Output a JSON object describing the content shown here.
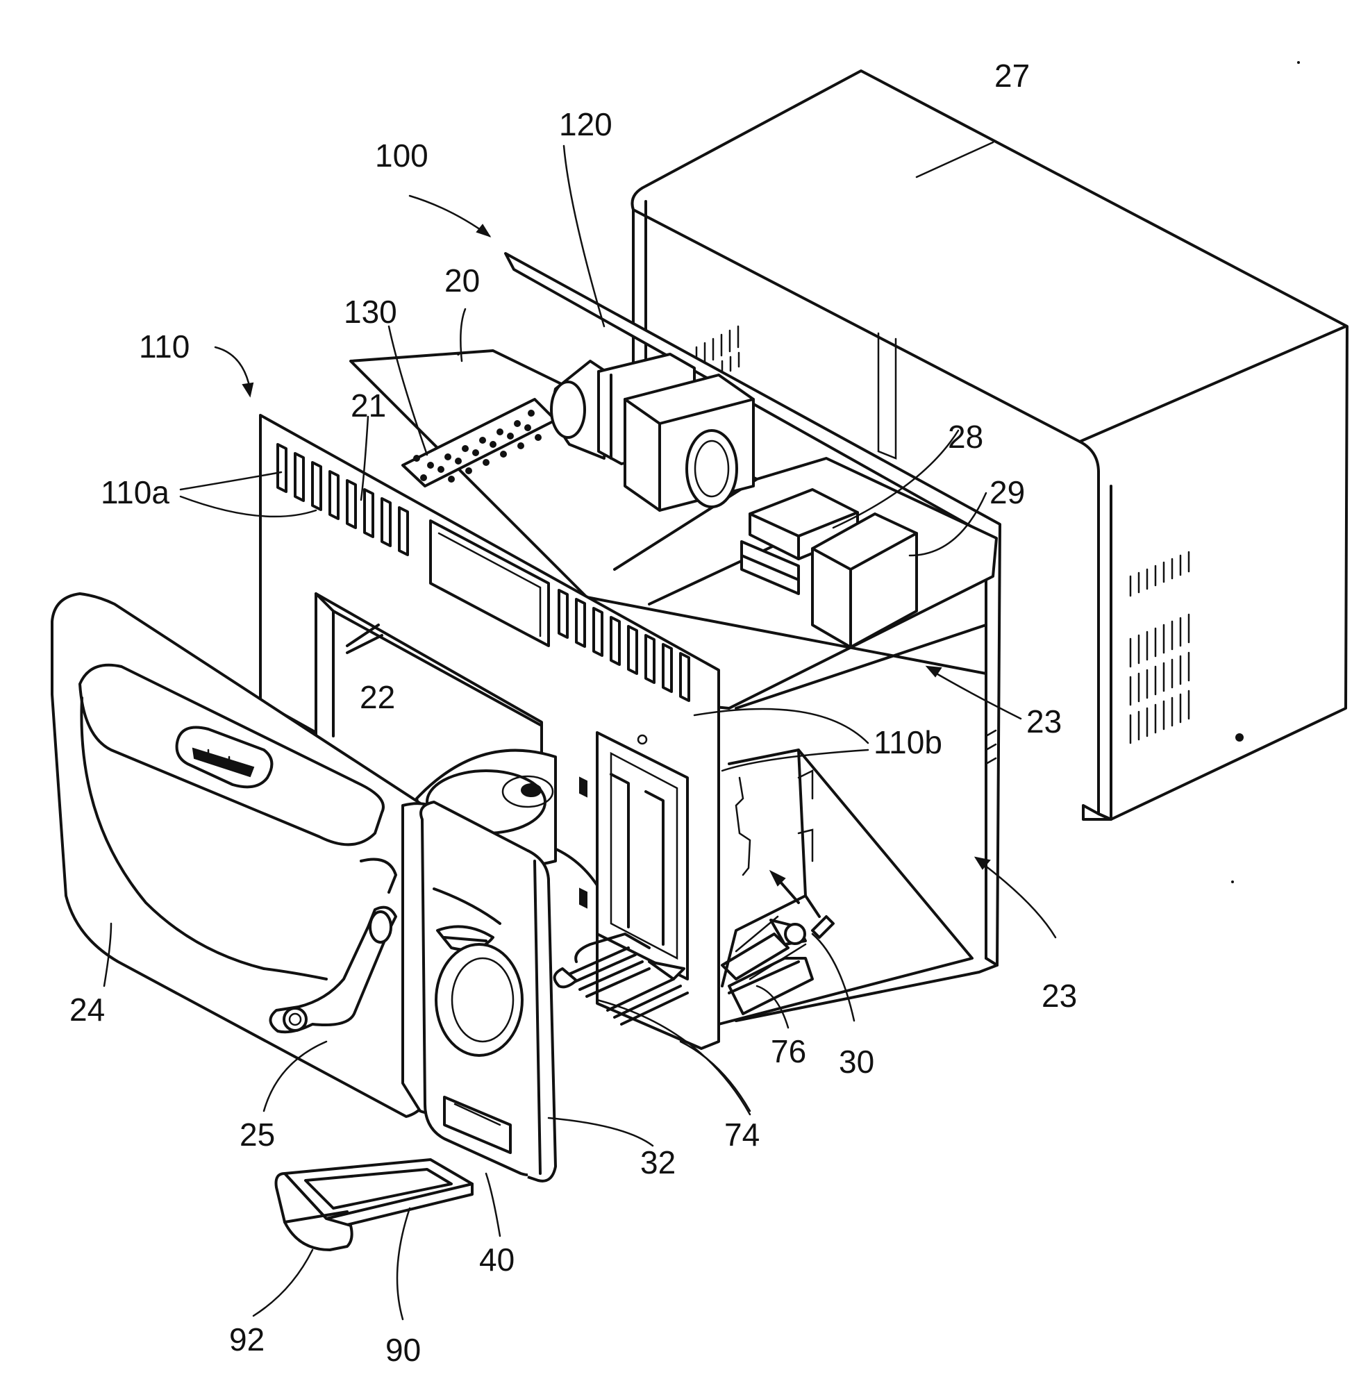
{
  "labels": {
    "l100": "100",
    "l120": "120",
    "l27": "27",
    "l20": "20",
    "l130": "130",
    "l110": "110",
    "l21": "21",
    "l110a": "110a",
    "l28": "28",
    "l29": "29",
    "l22": "22",
    "l23a": "23",
    "l110b": "110b",
    "l23b": "23",
    "l24": "24",
    "l25": "25",
    "l32": "32",
    "l74": "74",
    "l76": "76",
    "l30": "30",
    "l40": "40",
    "l92": "92",
    "l90": "90"
  }
}
